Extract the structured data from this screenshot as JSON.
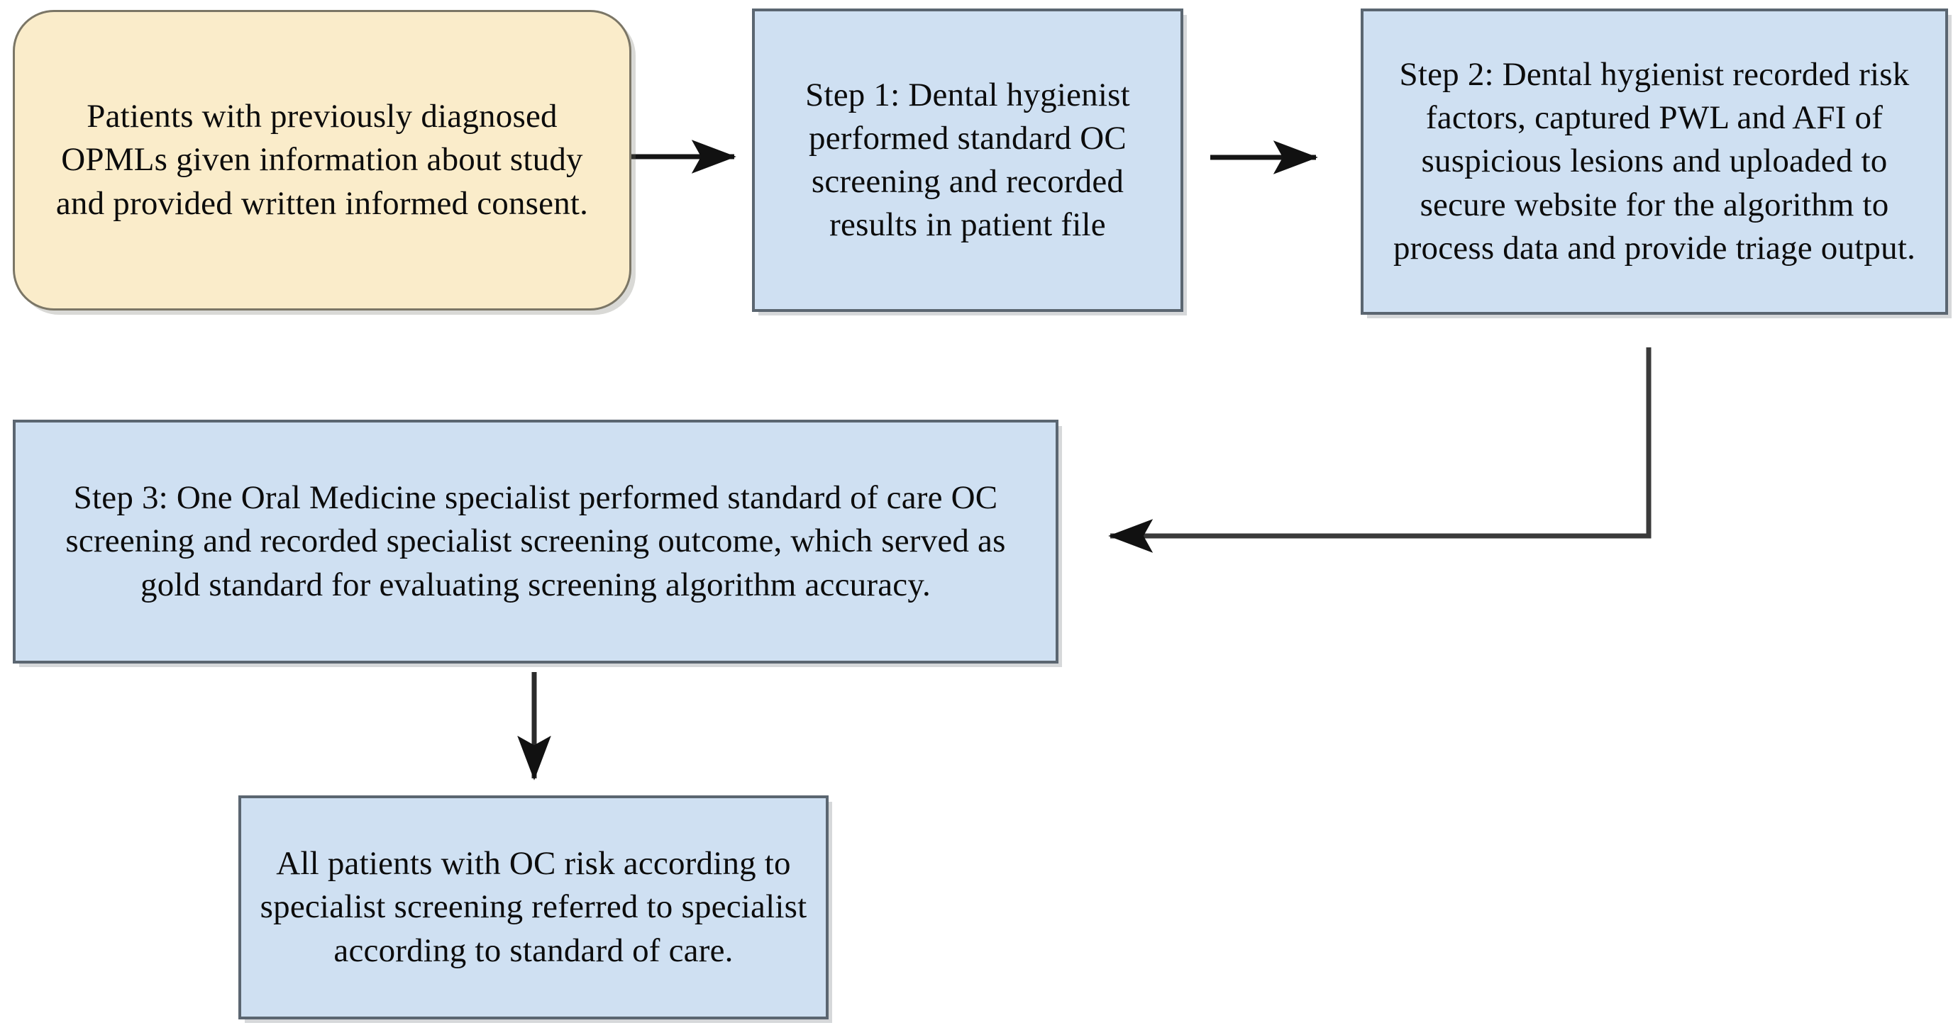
{
  "diagram": {
    "title": "Oral cancer screening study workflow flowchart",
    "type": "flowchart",
    "orientation": "left-to-right then serpentine down",
    "palette": {
      "terminator_fill": "#faecca",
      "terminator_border": "#7b7666",
      "process_fill": "#cfe0f2",
      "process_border": "#5b6671",
      "connector": "#1a1a1a",
      "background": "#ffffff",
      "text": "#0c0c0c"
    },
    "nodes": [
      {
        "id": "consent",
        "shape": "rounded-rectangle",
        "fill": "#faecca",
        "text": "Patients with previously diagnosed OPMLs given information about study and provided written informed consent."
      },
      {
        "id": "step1",
        "shape": "rectangle",
        "fill": "#cfe0f2",
        "text": "Step 1: Dental hygienist performed standard OC screening and recorded results in patient file"
      },
      {
        "id": "step2",
        "shape": "rectangle",
        "fill": "#cfe0f2",
        "text": "Step 2: Dental hygienist recorded risk factors, captured PWL and AFI of suspicious lesions and uploaded to secure website for the algorithm to process data and provide triage output."
      },
      {
        "id": "step3",
        "shape": "rectangle",
        "fill": "#cfe0f2",
        "text": "Step 3: One Oral Medicine specialist performed standard of care OC screening and recorded specialist screening outcome, which served as gold standard for evaluating screening algorithm accuracy."
      },
      {
        "id": "referral",
        "shape": "rectangle",
        "fill": "#cfe0f2",
        "text": "All patients with OC risk according to specialist screening referred to specialist according to standard of care."
      }
    ],
    "connectors": [
      {
        "id": "consent-to-step1",
        "from": "consent",
        "to": "step1",
        "style": "straight-horizontal",
        "direction": "right",
        "label": ""
      },
      {
        "id": "step1-to-step2",
        "from": "step1",
        "to": "step2",
        "style": "straight-horizontal",
        "direction": "right",
        "label": ""
      },
      {
        "id": "step2-to-step3",
        "from": "step2",
        "to": "step3",
        "style": "elbow",
        "direction": "down-then-left",
        "label": ""
      },
      {
        "id": "step3-to-referral",
        "from": "step3",
        "to": "referral",
        "style": "straight-vertical",
        "direction": "down",
        "label": ""
      }
    ]
  }
}
